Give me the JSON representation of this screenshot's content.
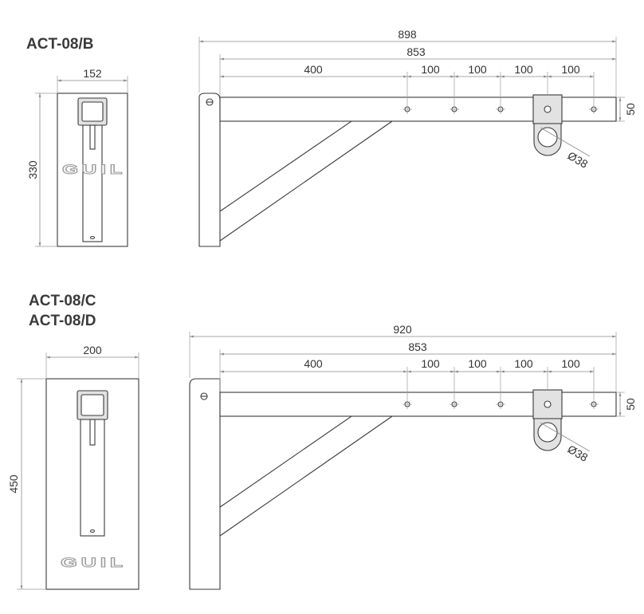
{
  "models": {
    "top": "ACT-08/B",
    "bottom_line1": "ACT-08/C",
    "bottom_line2": "ACT-08/D"
  },
  "top_view": {
    "plate_width": "152",
    "plate_height": "330",
    "logo": "GUIL"
  },
  "top_side": {
    "overall_length": "898",
    "arm_length": "853",
    "first_hole": "400",
    "spacing_1": "100",
    "spacing_2": "100",
    "spacing_3": "100",
    "spacing_4": "100",
    "section_height": "50",
    "diameter": "Ø38"
  },
  "bottom_view": {
    "plate_width": "200",
    "plate_height": "450",
    "logo": "GUIL"
  },
  "bottom_side": {
    "overall_length": "920",
    "arm_length": "853",
    "first_hole": "400",
    "spacing_1": "100",
    "spacing_2": "100",
    "spacing_3": "100",
    "spacing_4": "100",
    "section_height": "50",
    "diameter": "Ø38"
  },
  "colors": {
    "line": "#3a3a3a",
    "dimension": "#8a8a8a"
  }
}
